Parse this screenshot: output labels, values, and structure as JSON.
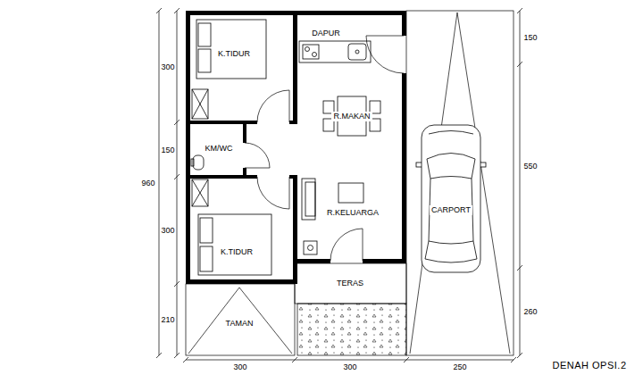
{
  "diagram": {
    "title": "DENAH OPSI.2",
    "nodes": [
      {
        "text": [
          "K.TIDUR"
        ]
      },
      {
        "text": [
          "DAPUR"
        ]
      },
      {
        "text": [
          "R.MAKAN"
        ]
      },
      {
        "text": [
          "KM/WC"
        ]
      },
      {
        "text": [
          "R.KELUARGA"
        ]
      },
      {
        "text": [
          "CARPORT"
        ]
      },
      {
        "text": [
          "K.TIDUR"
        ]
      },
      {
        "text": [
          "TERAS"
        ]
      },
      {
        "text": [
          "TAMAN"
        ]
      }
    ],
    "labels": [
      "300",
      "150",
      "300",
      "210",
      "960",
      "150",
      "550",
      "260",
      "300",
      "300",
      "250"
    ]
  }
}
